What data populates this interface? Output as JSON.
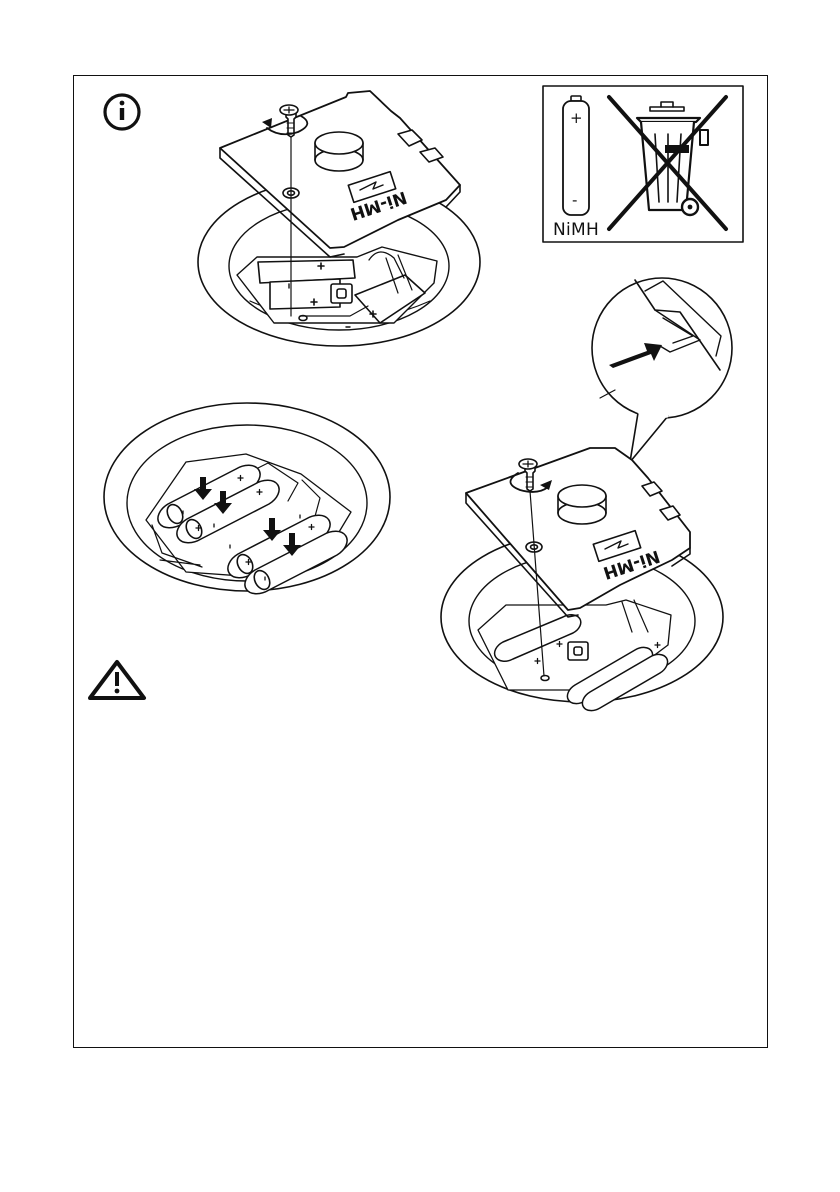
{
  "page": {
    "notice_icon": "info-icon",
    "warning_icon": "warning-triangle-icon"
  },
  "recycling_panel": {
    "battery_plus": "+",
    "battery_minus": "-",
    "battery_label": "NiMH",
    "bin_icon": "crossed-out-wheelie-bin-icon"
  },
  "step_open_cover": {
    "cover_label": "Ni-MH",
    "rotation_icon": "counterclockwise-arrow-icon"
  },
  "step_insert_batteries": {
    "arrow_icon": "down-arrow-icon",
    "polarity_plus": "+",
    "polarity_minus": "-"
  },
  "step_close_cover": {
    "cover_label": "Ni-MH",
    "rotation_icon": "clockwise-arrow-icon",
    "detail_arrow_icon": "push-arrow-icon"
  }
}
